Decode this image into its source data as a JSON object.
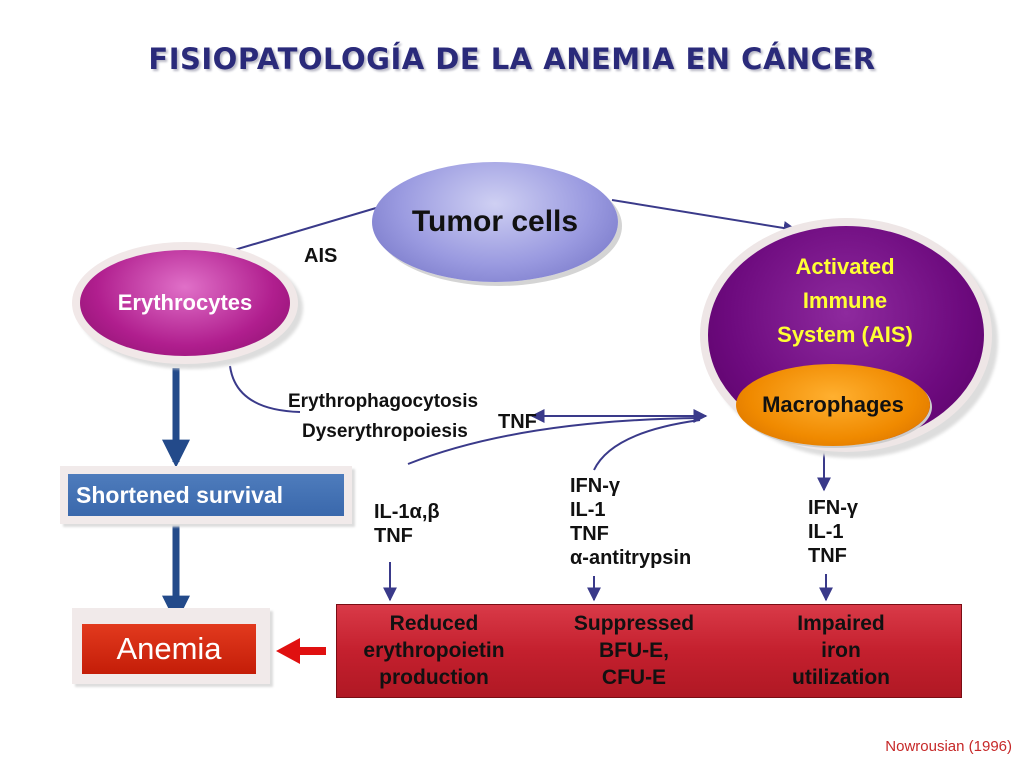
{
  "title": "FISIOPATOLOGÍA DE LA  ANEMIA EN CÁNCER",
  "nodes": {
    "tumor": "Tumor cells",
    "erythrocytes": "Erythrocytes",
    "ais": [
      "Activated",
      "Immune",
      "System (AIS)"
    ],
    "macrophages": "Macrophages",
    "shortened": "Shortened survival",
    "anemia": "Anemia"
  },
  "labels": {
    "ais_edge": "AIS",
    "erythrophagocytosis": "Erythrophagocytosis",
    "dyserythropoiesis": "Dyserythropoiesis",
    "tnf": "TNF",
    "left_mediators": [
      "IL-1α,β",
      "TNF"
    ],
    "center_mediators": [
      "IFN-γ",
      "IL-1",
      "TNF",
      "α-antitrypsin"
    ],
    "right_mediators": [
      "IFN-γ",
      "IL-1",
      "TNF"
    ]
  },
  "effects": {
    "reduced": [
      "Reduced",
      "erythropoietin",
      "production"
    ],
    "suppressed": [
      "Suppressed",
      "BFU-E,",
      "CFU-E"
    ],
    "impaired": [
      "Impaired",
      "iron",
      "utilization"
    ]
  },
  "citation": "Nowrousian (1996)",
  "colors": {
    "title": "#2a2a7a",
    "arrow_thin": "#3a3a8a",
    "arrow_thick": "#234a8a",
    "arrow_red": "#e01010",
    "ais_text": "#ffff33",
    "citation": "#c62828"
  }
}
